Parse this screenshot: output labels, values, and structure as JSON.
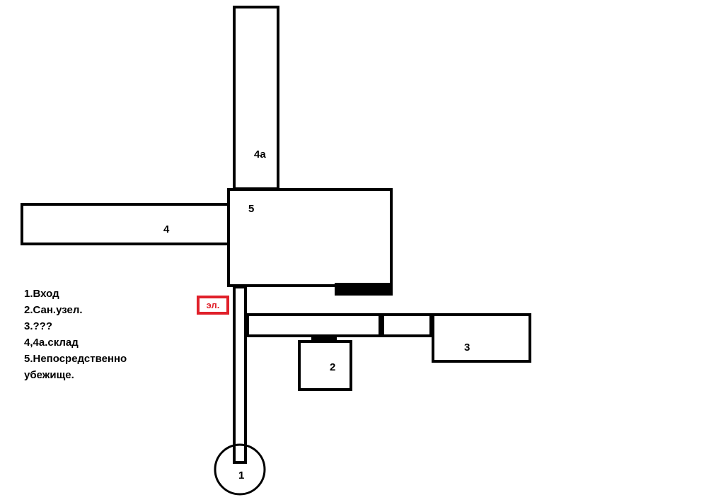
{
  "rooms": {
    "r4a": "4а",
    "r5": "5",
    "r4": "4",
    "r3": "3",
    "r2": "2",
    "r1": "1"
  },
  "electric_label": "эл.",
  "legend": [
    "1.Вход",
    "2.Сан.узел.",
    "3.???",
    "4,4а.склад",
    "5.Непосредственно",
    "убежище."
  ],
  "colors": {
    "lines": "#000000",
    "electric": "#e0202a"
  }
}
